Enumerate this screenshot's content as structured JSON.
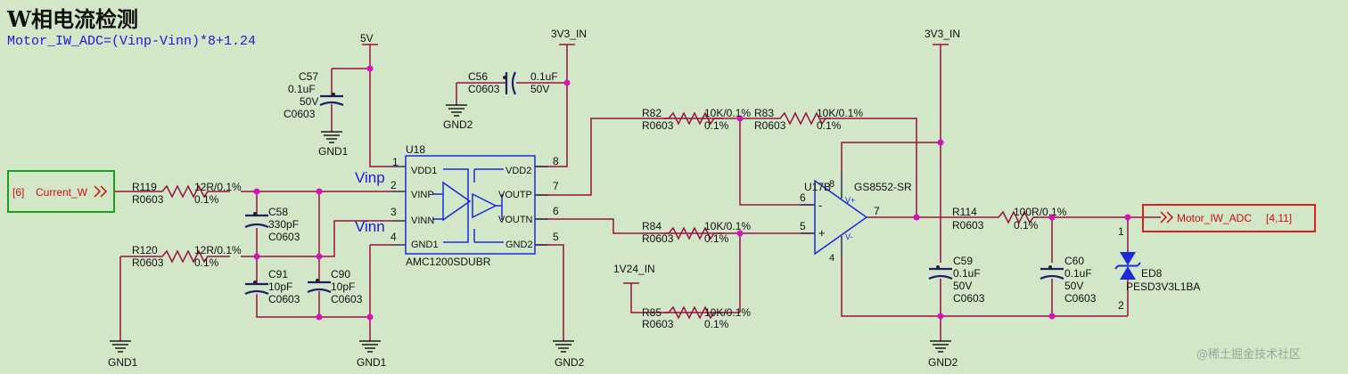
{
  "header": {
    "title": "W相电流检测",
    "formula": "Motor_IW_ADC=(Vinp-Vinn)*8+1.24"
  },
  "ports": {
    "input": {
      "ref": "[6]",
      "name": "Current_W",
      "color": "#1aa01a"
    },
    "output": {
      "name": "Motor_IW_ADC",
      "ref": "[4,11]",
      "color": "#e02020"
    }
  },
  "nets": {
    "v5": "5V",
    "v33_a": "3V3_IN",
    "v33_b": "3V3_IN",
    "v124": "1V24_IN",
    "gnd1_a": "GND1",
    "gnd1_b": "GND1",
    "gnd1_c": "GND1",
    "gnd2_a": "GND2",
    "gnd2_b": "GND2",
    "gnd2_c": "GND2",
    "vinp": "Vinp",
    "vinn": "Vinn"
  },
  "u18": {
    "ref": "U18",
    "part": "AMC1200SDUBR",
    "pins": {
      "vdd1": "VDD1",
      "vinp": "VINP",
      "vinn": "VINN",
      "gnd1": "GND1",
      "vdd2": "VDD2",
      "voutp": "VOUTP",
      "voutn": "VOUTN",
      "gnd2": "GND2"
    },
    "pin_numbers": {
      "p1": "1",
      "p2": "2",
      "p3": "3",
      "p4": "4",
      "p5": "5",
      "p6": "6",
      "p7": "7",
      "p8": "8"
    }
  },
  "u17b": {
    "ref": "U17B",
    "part": "GS8552-SR",
    "pin_numbers": {
      "p4": "4",
      "p5": "5",
      "p6": "6",
      "p7": "7",
      "p8": "8"
    },
    "vplus": "V+",
    "vminus": "V-",
    "plus": "+",
    "minus": "-"
  },
  "components": {
    "r119": {
      "ref": "R119",
      "value": "12R/0.1%",
      "pkg": "R0603",
      "tol": "0.1%"
    },
    "r120": {
      "ref": "R120",
      "value": "12R/0.1%",
      "pkg": "R0603",
      "tol": "0.1%"
    },
    "r82": {
      "ref": "R82",
      "value": "10K/0.1%",
      "pkg": "R0603",
      "tol": "0.1%"
    },
    "r83": {
      "ref": "R83",
      "value": "10K/0.1%",
      "pkg": "R0603",
      "tol": "0.1%"
    },
    "r84": {
      "ref": "R84",
      "value": "10K/0.1%",
      "pkg": "R0603",
      "tol": "0.1%"
    },
    "r85": {
      "ref": "R85",
      "value": "10K/0.1%",
      "pkg": "R0603",
      "tol": "0.1%"
    },
    "r114": {
      "ref": "R114",
      "value": "100R/0.1%",
      "pkg": "R0603",
      "tol": "0.1%"
    },
    "c56": {
      "ref": "C56",
      "value": "0.1uF",
      "volt": "50V",
      "pkg": "C0603"
    },
    "c57": {
      "ref": "C57",
      "value": "0.1uF",
      "volt": "50V",
      "pkg": "C0603"
    },
    "c58": {
      "ref": "C58",
      "value": "330pF",
      "pkg": "C0603"
    },
    "c90": {
      "ref": "C90",
      "value": "10pF",
      "pkg": "C0603"
    },
    "c91": {
      "ref": "C91",
      "value": "10pF",
      "pkg": "C0603"
    },
    "c59": {
      "ref": "C59",
      "value": "0.1uF",
      "volt": "50V",
      "pkg": "C0603"
    },
    "c60": {
      "ref": "C60",
      "value": "0.1uF",
      "volt": "50V",
      "pkg": "C0603"
    },
    "ed8": {
      "ref": "ED8",
      "part": "PESD3V3L1BA",
      "pin1": "1",
      "pin2": "2"
    }
  },
  "watermark": "@稀土掘金技术社区"
}
